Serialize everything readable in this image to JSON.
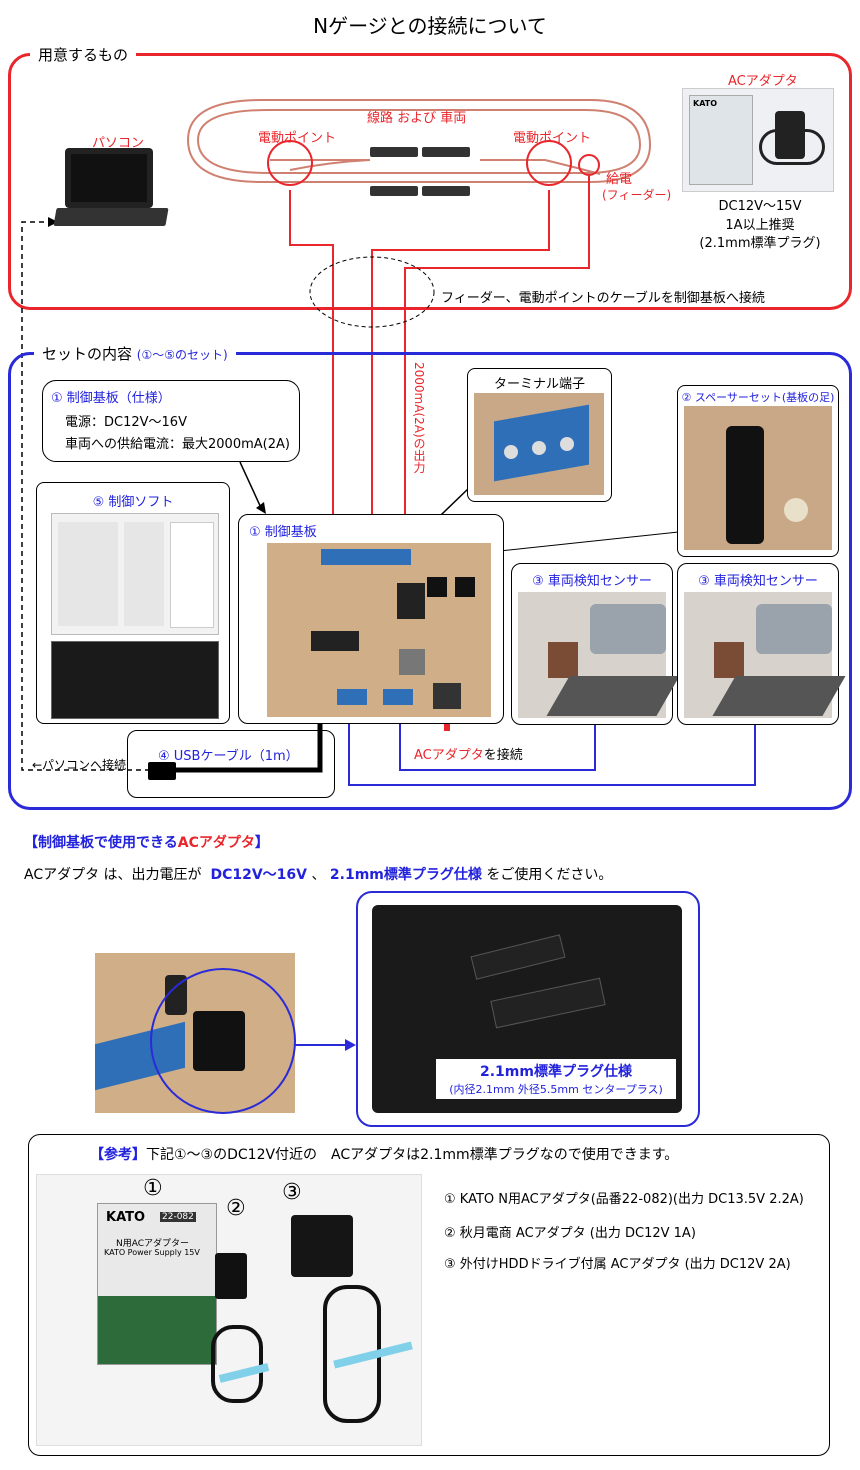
{
  "title": "Nゲージとの接続について",
  "sections": {
    "prepare": {
      "label": "用意するもの",
      "pc_label": "パソコン",
      "track_label": "線路 および 車両",
      "point_left": "電動ポイント",
      "point_right": "電動ポイント",
      "feeder_label": "給電",
      "feeder_sub": "(フィーダー)",
      "adapter_title": "ACアダプタ",
      "adapter_spec1": "DC12V〜15V",
      "adapter_spec2": "1A以上推奨",
      "adapter_spec3": "(2.1mm標準プラグ)",
      "cable_note": "フィーダー、電動ポイントのケーブルを制御基板へ接続"
    },
    "set": {
      "label": "セットの内容",
      "label_sub": "(①〜⑤のセット)",
      "spec_title": "① 制御基板（仕様）",
      "spec_power": "電源：DC12V〜16V",
      "spec_current": "車両への供給電流：最大2000mA(2A)",
      "output_label": "2000mA(2A)の出力",
      "terminal_label": "ターミナル端子",
      "spacer_label": "② スペーサーセット(基板の足)",
      "software_label": "⑤ 制御ソフト",
      "board_label": "① 制御基板",
      "sensor1_label": "③ 車両検知センサー",
      "sensor2_label": "③ 車両検知センサー",
      "usb_label": "④ USBケーブル（1m）",
      "pc_connect": "←パソコンへ接続",
      "adapter_connect_red": "ACアダプタ",
      "adapter_connect_black": "を接続"
    },
    "adapter": {
      "heading_open": "【制御基板で使用できる",
      "heading_red": "ACアダプタ",
      "heading_close": "】",
      "line_a": "ACアダプタ は、出力電圧が",
      "line_b": "DC12V〜16V",
      "line_c": "、",
      "line_d": "2.1mm標準プラグ仕様",
      "line_e": "をご使用ください。",
      "plug_title": "2.1mm標準プラグ仕様",
      "plug_sub": "(内径2.1mm 外径5.5mm センタープラス)"
    },
    "reference": {
      "tag": "【参考】",
      "text": "下記①〜③のDC12V付近の　ACアダプタは2.1mm標準プラグなので使用できます。",
      "items": [
        "① KATO N用ACアダプタ(品番22-082)(出力 DC13.5V 2.2A)",
        "② 秋月電商 ACアダプタ (出力 DC12V 1A)",
        "③ 外付けHDDドライブ付属 ACアダプタ (出力 DC12V 2A)"
      ],
      "photo_nums": [
        "①",
        "②",
        "③"
      ],
      "kato_text": "KATO",
      "kato_code": "22-082",
      "kato_box_text": "N用ACアダプター",
      "kato_box_text2": "KATO Power Supply 15V"
    }
  },
  "colors": {
    "red": "#e8262b",
    "blue": "#2a2ad8"
  }
}
